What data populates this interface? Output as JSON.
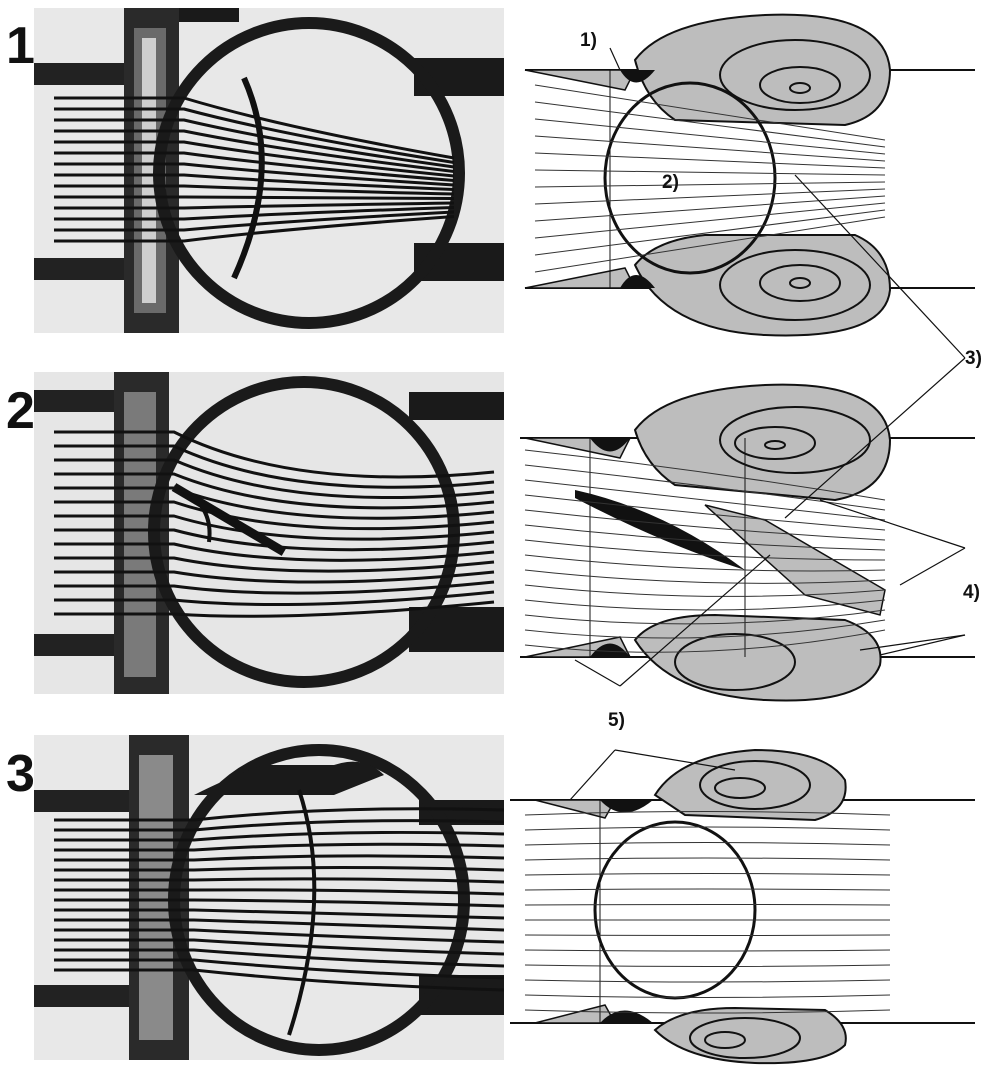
{
  "panels": [
    {
      "number": "1",
      "state": "valve partially open, disk at an angle"
    },
    {
      "number": "2",
      "state": "valve nearly closed, disk angled"
    },
    {
      "number": "3",
      "state": "valve fully open, disk aligned with flow"
    }
  ],
  "labels": {
    "l1": "1)",
    "l2": "2)",
    "l3": "3)",
    "l4": "4)",
    "l5": "5)"
  },
  "colors": {
    "vortex_fill": "#bdbdbd",
    "line": "#111111",
    "photo_bg": "#e6e6e6",
    "photo_dark": "#1a1a1a"
  }
}
